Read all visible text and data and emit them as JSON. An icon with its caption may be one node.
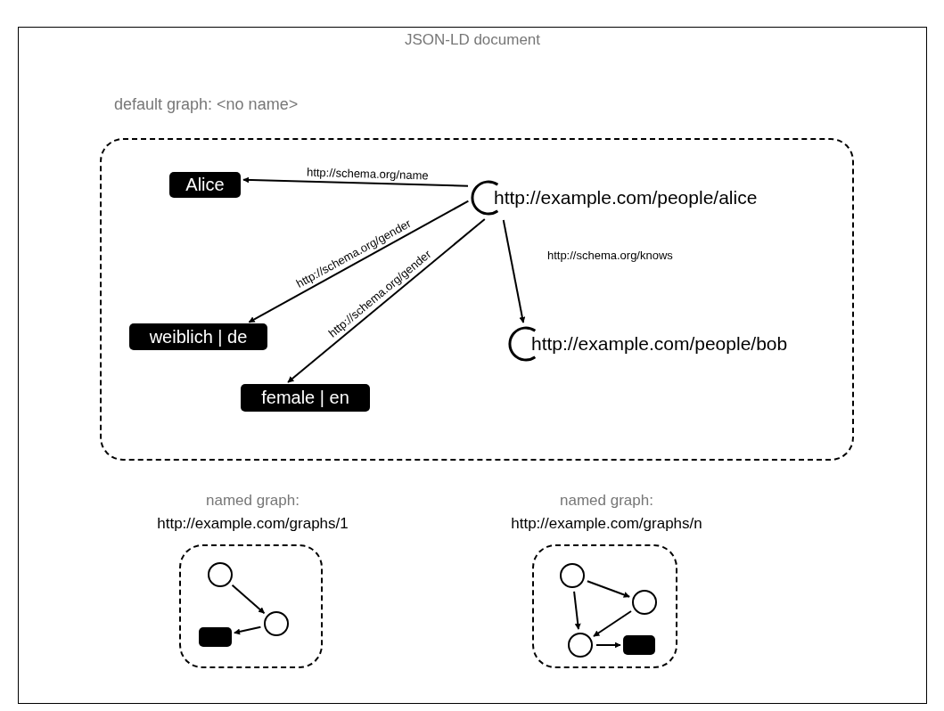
{
  "diagram": {
    "nodes": [
      {
        "text": [
          "JSON-LD document"
        ]
      },
      {
        "text": [
          "default graph: <no name>"
        ],
        "in": 0
      },
      {
        "text": [
          "http://example.com/people/alice"
        ],
        "in": 1
      },
      {
        "text": [
          "Alice"
        ],
        "in": 1
      },
      {
        "text": [
          "weiblich | de"
        ],
        "in": 1
      },
      {
        "text": [
          "female | en"
        ],
        "in": 1
      },
      {
        "text": [
          "http://example.com/people/bob"
        ],
        "in": 1
      },
      {
        "text": [
          "named graph:",
          "http://example.com/graphs/1"
        ],
        "in": 0
      },
      {
        "text": [],
        "shape": "circle",
        "in": 7
      },
      {
        "text": [],
        "shape": "circle",
        "in": 7
      },
      {
        "text": [],
        "shape": "box",
        "in": 7
      },
      {
        "text": [
          "named graph:",
          "http://example.com/graphs/n"
        ],
        "in": 0
      },
      {
        "text": [],
        "shape": "circle",
        "in": 11
      },
      {
        "text": [],
        "shape": "circle",
        "in": 11
      },
      {
        "text": [],
        "shape": "circle",
        "in": 11
      },
      {
        "text": [],
        "shape": "box",
        "in": 11
      }
    ],
    "edges": [
      {
        "from": 2,
        "to": 3,
        "arrow": "to",
        "label": "http://schema.org/name"
      },
      {
        "from": 2,
        "to": 4,
        "arrow": "to",
        "label": "http://schema.org/gender"
      },
      {
        "from": 2,
        "to": 5,
        "arrow": "to",
        "label": "http://schema.org/gender"
      },
      {
        "from": 2,
        "to": 6,
        "arrow": "to",
        "label": "http://schema.org/knows"
      },
      {
        "from": 8,
        "to": 9,
        "arrow": "to"
      },
      {
        "from": 9,
        "to": 10,
        "arrow": "to"
      },
      {
        "from": 12,
        "to": 13,
        "arrow": "to"
      },
      {
        "from": 12,
        "to": 14,
        "arrow": "to"
      },
      {
        "from": 13,
        "to": 14,
        "arrow": "to"
      },
      {
        "from": 14,
        "to": 15,
        "arrow": "to"
      }
    ]
  }
}
